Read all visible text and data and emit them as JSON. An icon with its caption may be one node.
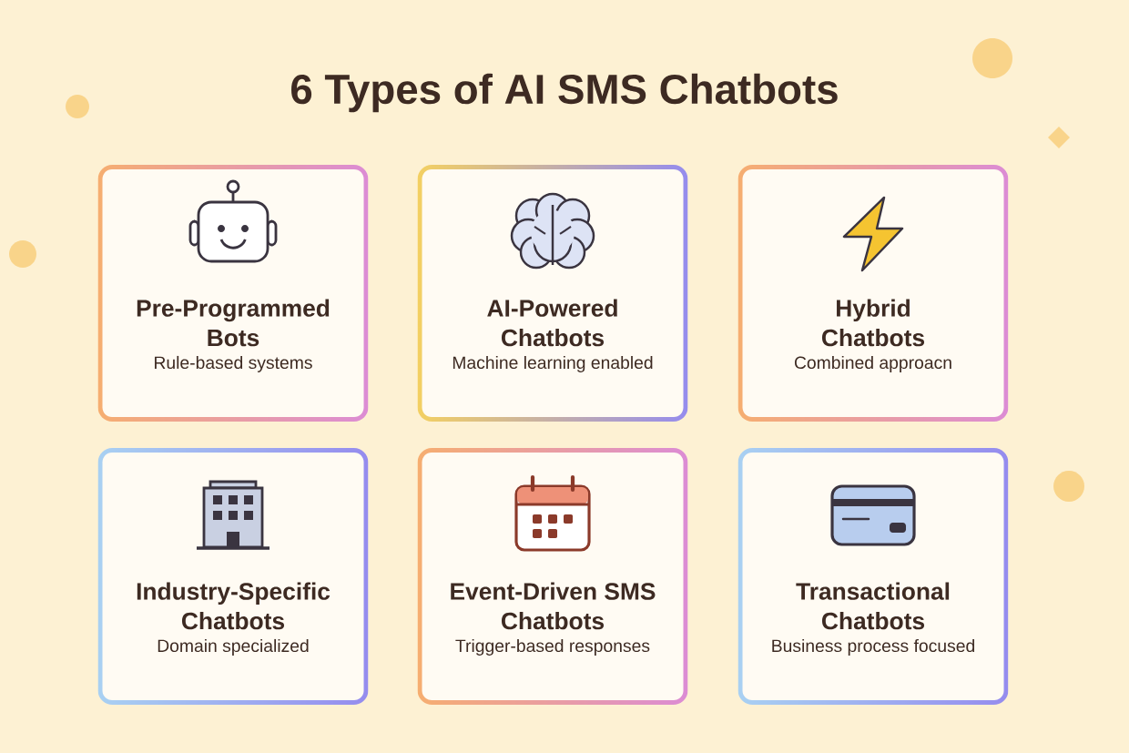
{
  "diagram": {
    "title": "6 Types of AI SMS Chatbots",
    "nodes": [
      {
        "text": [
          "Pre-Programmed Bots",
          "Rule-based systems"
        ]
      },
      {
        "text": [
          "AI-Powered Chatbots",
          "Machine learning enabled"
        ]
      },
      {
        "text": [
          "Hybrid Chatbots",
          "Combined approacn"
        ]
      },
      {
        "text": [
          "Industry-Specific Chatbots",
          "Domain specialized"
        ]
      },
      {
        "text": [
          "Event-Driven SMS Chatbots",
          "Trigger-based responses"
        ]
      },
      {
        "text": [
          "Transactional Chatbots",
          "Business process focused"
        ]
      }
    ]
  }
}
